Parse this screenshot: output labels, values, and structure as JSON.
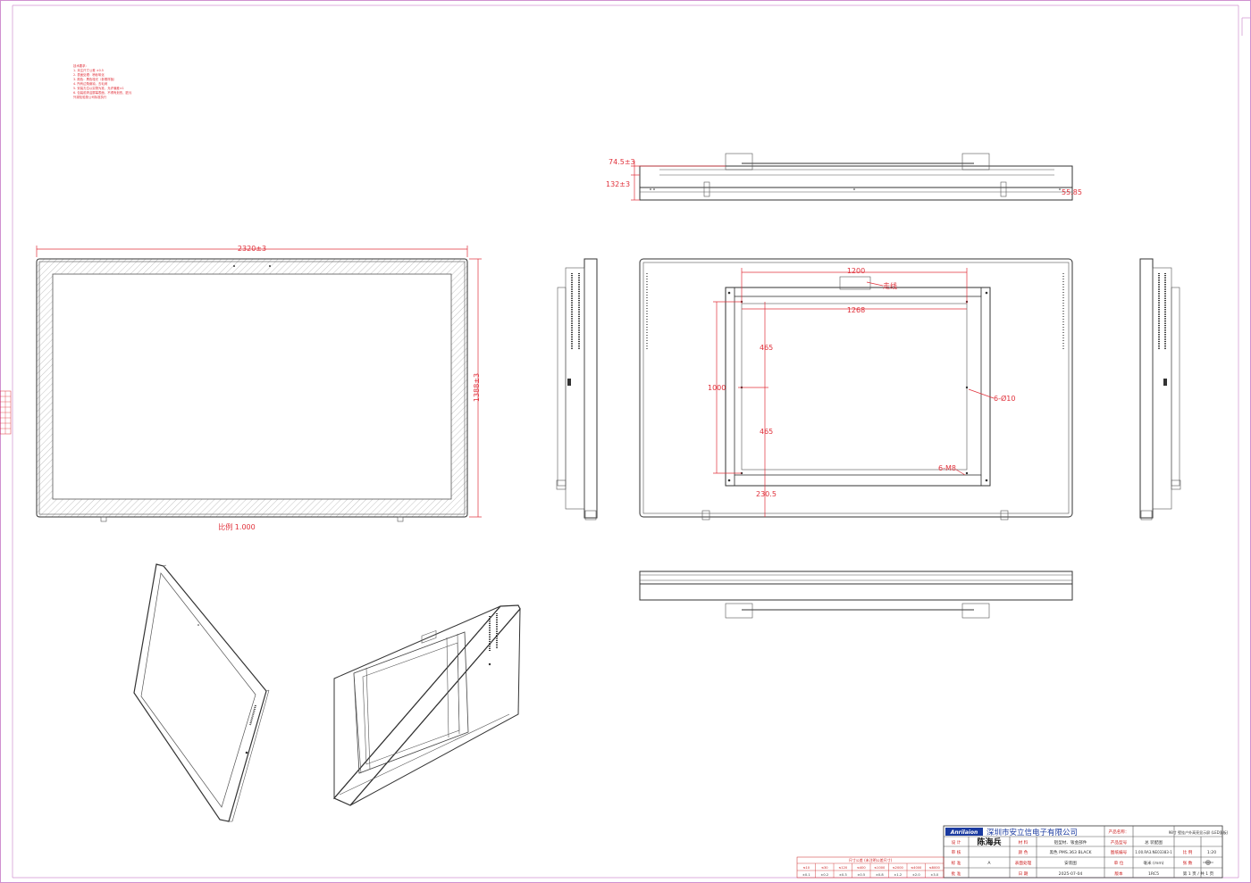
{
  "notes": [
    "技术要求：",
    "1. 未注尺寸公差 ±0.5",
    "2. 表面处理：喷砂氧化",
    "3. 颜色：黑色哑光（参照样板）",
    "4. 所有边角倒钝，去毛刺",
    "5. 安装孔位以实物为准，允许偏差±1",
    "6. 包装前清洁屏幕表面，不得有划伤、脏污",
    "   外观检验按公司标准执行"
  ],
  "front_view": {
    "width_dim": "2320±3",
    "height_dim": "1388±3",
    "scale_label": "比例 1.000"
  },
  "top_view": {
    "depth_dim": "74.5±3",
    "total_depth_dim": "132±3",
    "side_dim": "55.85"
  },
  "rear_view": {
    "bracket_width_outer": "1200",
    "bracket_width_inner": "1268",
    "bracket_height": "1000",
    "hole_spacing_top": "465",
    "hole_spacing_bottom": "465",
    "bottom_offset": "230.5",
    "cable_label": "走线",
    "hole_label": "6-Ø10",
    "screw_label": "6-M8"
  },
  "title_block": {
    "company": "深圳市安立信电子有限公司",
    "logo_text": "Anrilaion",
    "designer_signature": "陈海兵",
    "row_labels": [
      "设 计",
      "审 核",
      "标 准",
      "批 准"
    ],
    "col_labels": [
      "材 料",
      "颜 色",
      "表面处理",
      "日 期"
    ],
    "material_value": "铝型材、钣金部件",
    "color_value": "黑色 PMS.363 BLACK",
    "surface_value": "安装图",
    "date_value": "2025-07-04",
    "product_label": "产品型号",
    "product_value": "总 装配图",
    "drawing_no_label": "图纸编号",
    "drawing_no_value": "1.00.RA3.NE03383-1",
    "unit_label": "单 位",
    "unit_value": "毫米 (mm)",
    "scale_label": "比 例",
    "scale_value": "1:20",
    "sheet_label": "张 数",
    "sheet_value": "第 1 页 / 共 1 页",
    "version_label": "版本",
    "version_value": "A",
    "weight_value": "1RC5",
    "product_desc": "98寸 壁挂户外高亮显示屏 (LED面板)",
    "product_name_label": "产品名称：",
    "tolerance_title": "尺寸公差 (未注明公差尺寸)",
    "tolerance_headers": [
      "≤10",
      "≤30",
      "≤120",
      "≤400",
      "≤1000",
      "≤2000",
      "≤4000",
      "≤8000"
    ],
    "tolerance_values": [
      "±0.1",
      "±0.2",
      "±0.3",
      "±0.5",
      "±0.8",
      "±1.2",
      "±2.0",
      "±3.0"
    ]
  },
  "colors": {
    "dimension": "#e0303a",
    "line": "#333333",
    "border": "#c080c0"
  }
}
